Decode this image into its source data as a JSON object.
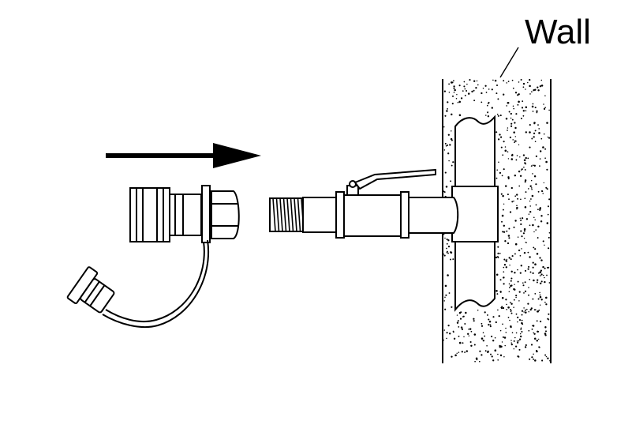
{
  "labels": {
    "wall": "Wall"
  },
  "colors": {
    "stroke": "#000000",
    "fill": "#ffffff",
    "dots": "#000000"
  },
  "parts": {
    "arrow": "direction-arrow",
    "coupling": "quick-coupling-with-cap",
    "valve": "ball-valve-with-threaded-nipple",
    "pipe": "wall-pipe-with-tee",
    "wall": "wall-section"
  }
}
